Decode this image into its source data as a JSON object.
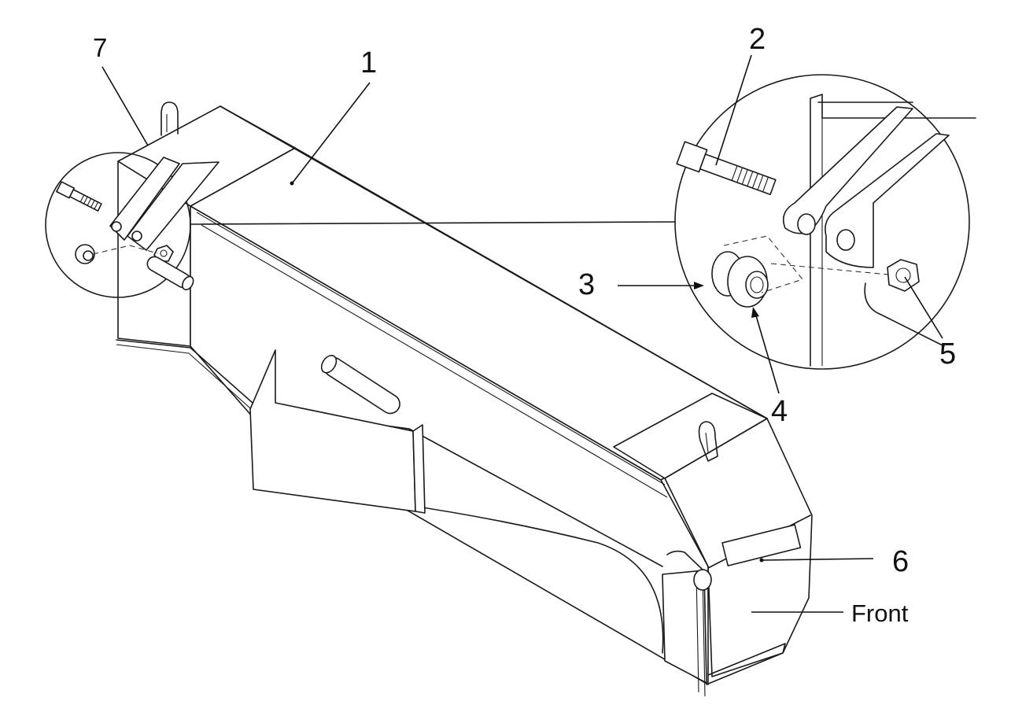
{
  "callouts": {
    "c1": "1",
    "c2": "2",
    "c3": "3",
    "c4": "4",
    "c5": "5",
    "c6": "6",
    "c7": "7"
  },
  "labels": {
    "front": "Front"
  },
  "colors": {
    "line": "#1a1a1a",
    "background": "#ffffff"
  }
}
